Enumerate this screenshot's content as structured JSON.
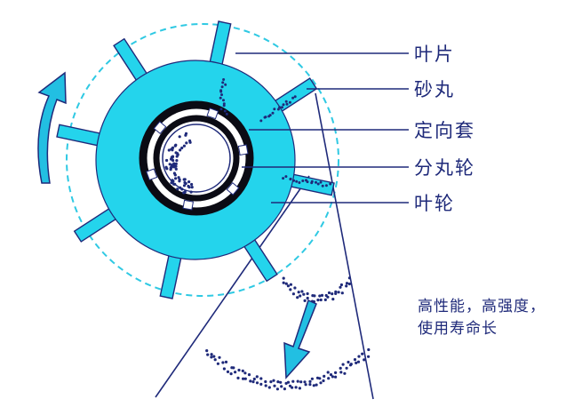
{
  "labels": {
    "blade": "叶片",
    "shot": "砂丸",
    "control_cage": "定向套",
    "distributor": "分丸轮",
    "impeller": "叶轮"
  },
  "note": {
    "line1": "高性能，高强度，",
    "line2": "使用寿命长"
  },
  "colors": {
    "impeller_fill": "#24d4ec",
    "stroke": "#1f2a7a",
    "dashed_circle": "#2fc9e3",
    "arrow_fill": "#22bfe2"
  }
}
